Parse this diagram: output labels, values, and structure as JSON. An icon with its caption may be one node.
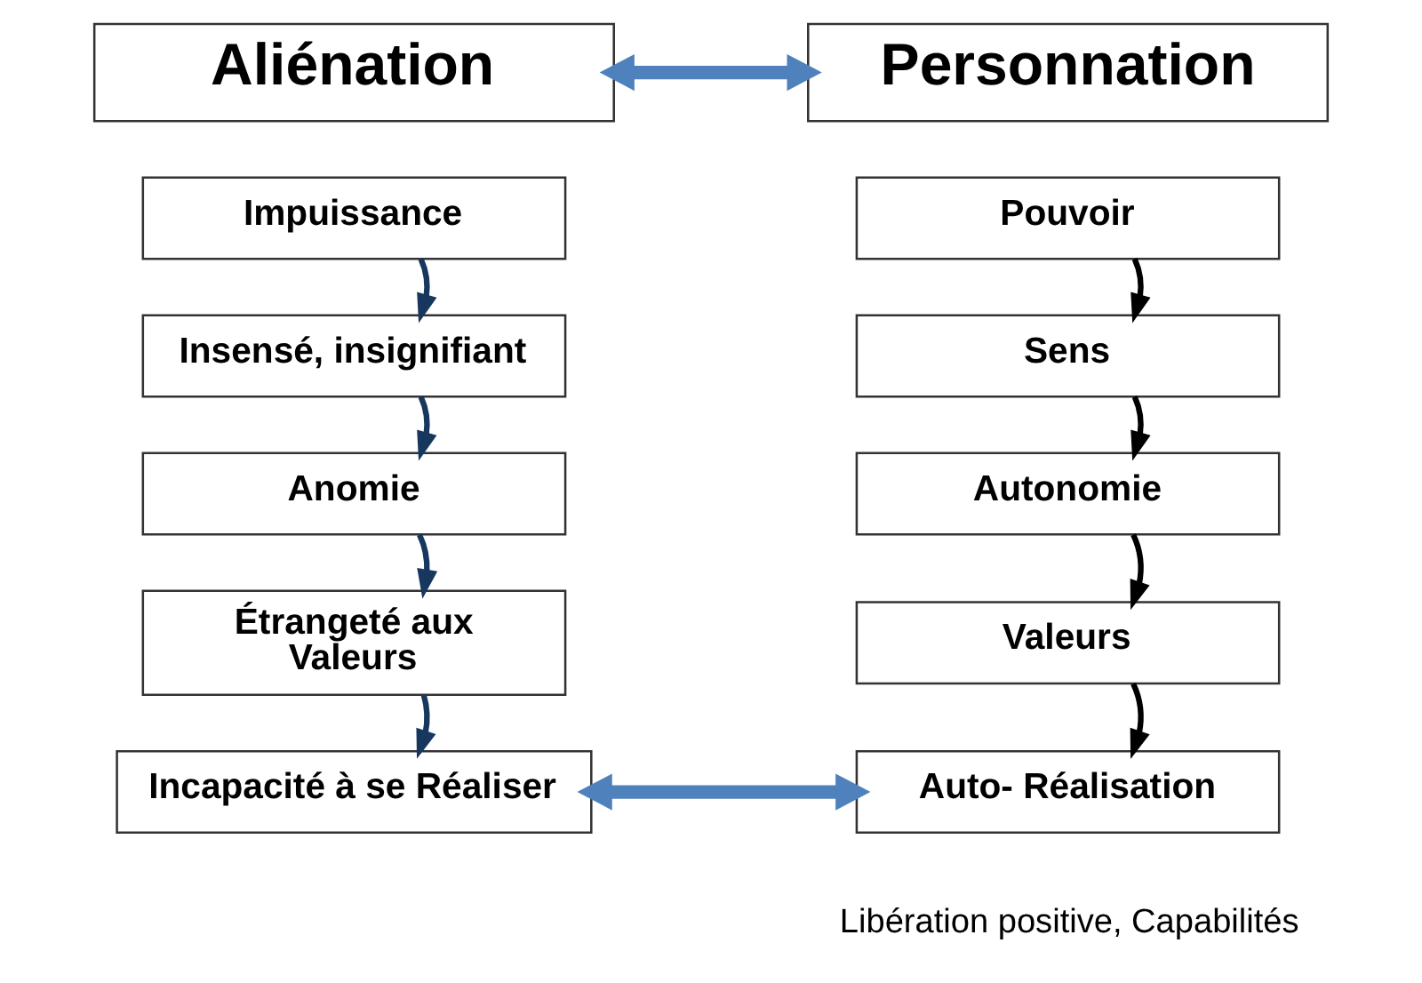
{
  "diagram": {
    "nodes": [
      {
        "text": [
          "Aliénation"
        ]
      },
      {
        "text": [
          "Personnation"
        ]
      },
      {
        "text": [
          "Impuissance"
        ]
      },
      {
        "text": [
          "Insensé, insignifiant"
        ]
      },
      {
        "text": [
          "Anomie"
        ]
      },
      {
        "text": [
          "Étrangeté aux Valeurs"
        ]
      },
      {
        "text": [
          "Incapacité à se Réaliser"
        ]
      },
      {
        "text": [
          "Pouvoir"
        ]
      },
      {
        "text": [
          "Sens"
        ]
      },
      {
        "text": [
          "Autonomie"
        ]
      },
      {
        "text": [
          "Valeurs"
        ]
      },
      {
        "text": [
          "Auto- Réalisation"
        ],
        "beside": [
          "Libération positive, Capabilités"
        ]
      }
    ],
    "edges": [
      {
        "from": 0,
        "to": 1,
        "arrow": "both",
        "style": "thick",
        "color": "#4f81bd"
      },
      {
        "from": 2,
        "to": 3,
        "arrow": "to",
        "color": "#17375e"
      },
      {
        "from": 3,
        "to": 4,
        "arrow": "to",
        "color": "#17375e"
      },
      {
        "from": 4,
        "to": 5,
        "arrow": "to",
        "color": "#17375e"
      },
      {
        "from": 5,
        "to": 6,
        "arrow": "to",
        "color": "#17375e"
      },
      {
        "from": 7,
        "to": 8,
        "arrow": "to",
        "color": "#000000"
      },
      {
        "from": 8,
        "to": 9,
        "arrow": "to",
        "color": "#000000"
      },
      {
        "from": 9,
        "to": 10,
        "arrow": "to",
        "color": "#000000"
      },
      {
        "from": 10,
        "to": 11,
        "arrow": "to",
        "color": "#000000"
      },
      {
        "from": 6,
        "to": 11,
        "arrow": "both",
        "style": "thick",
        "color": "#4f81bd"
      }
    ]
  }
}
